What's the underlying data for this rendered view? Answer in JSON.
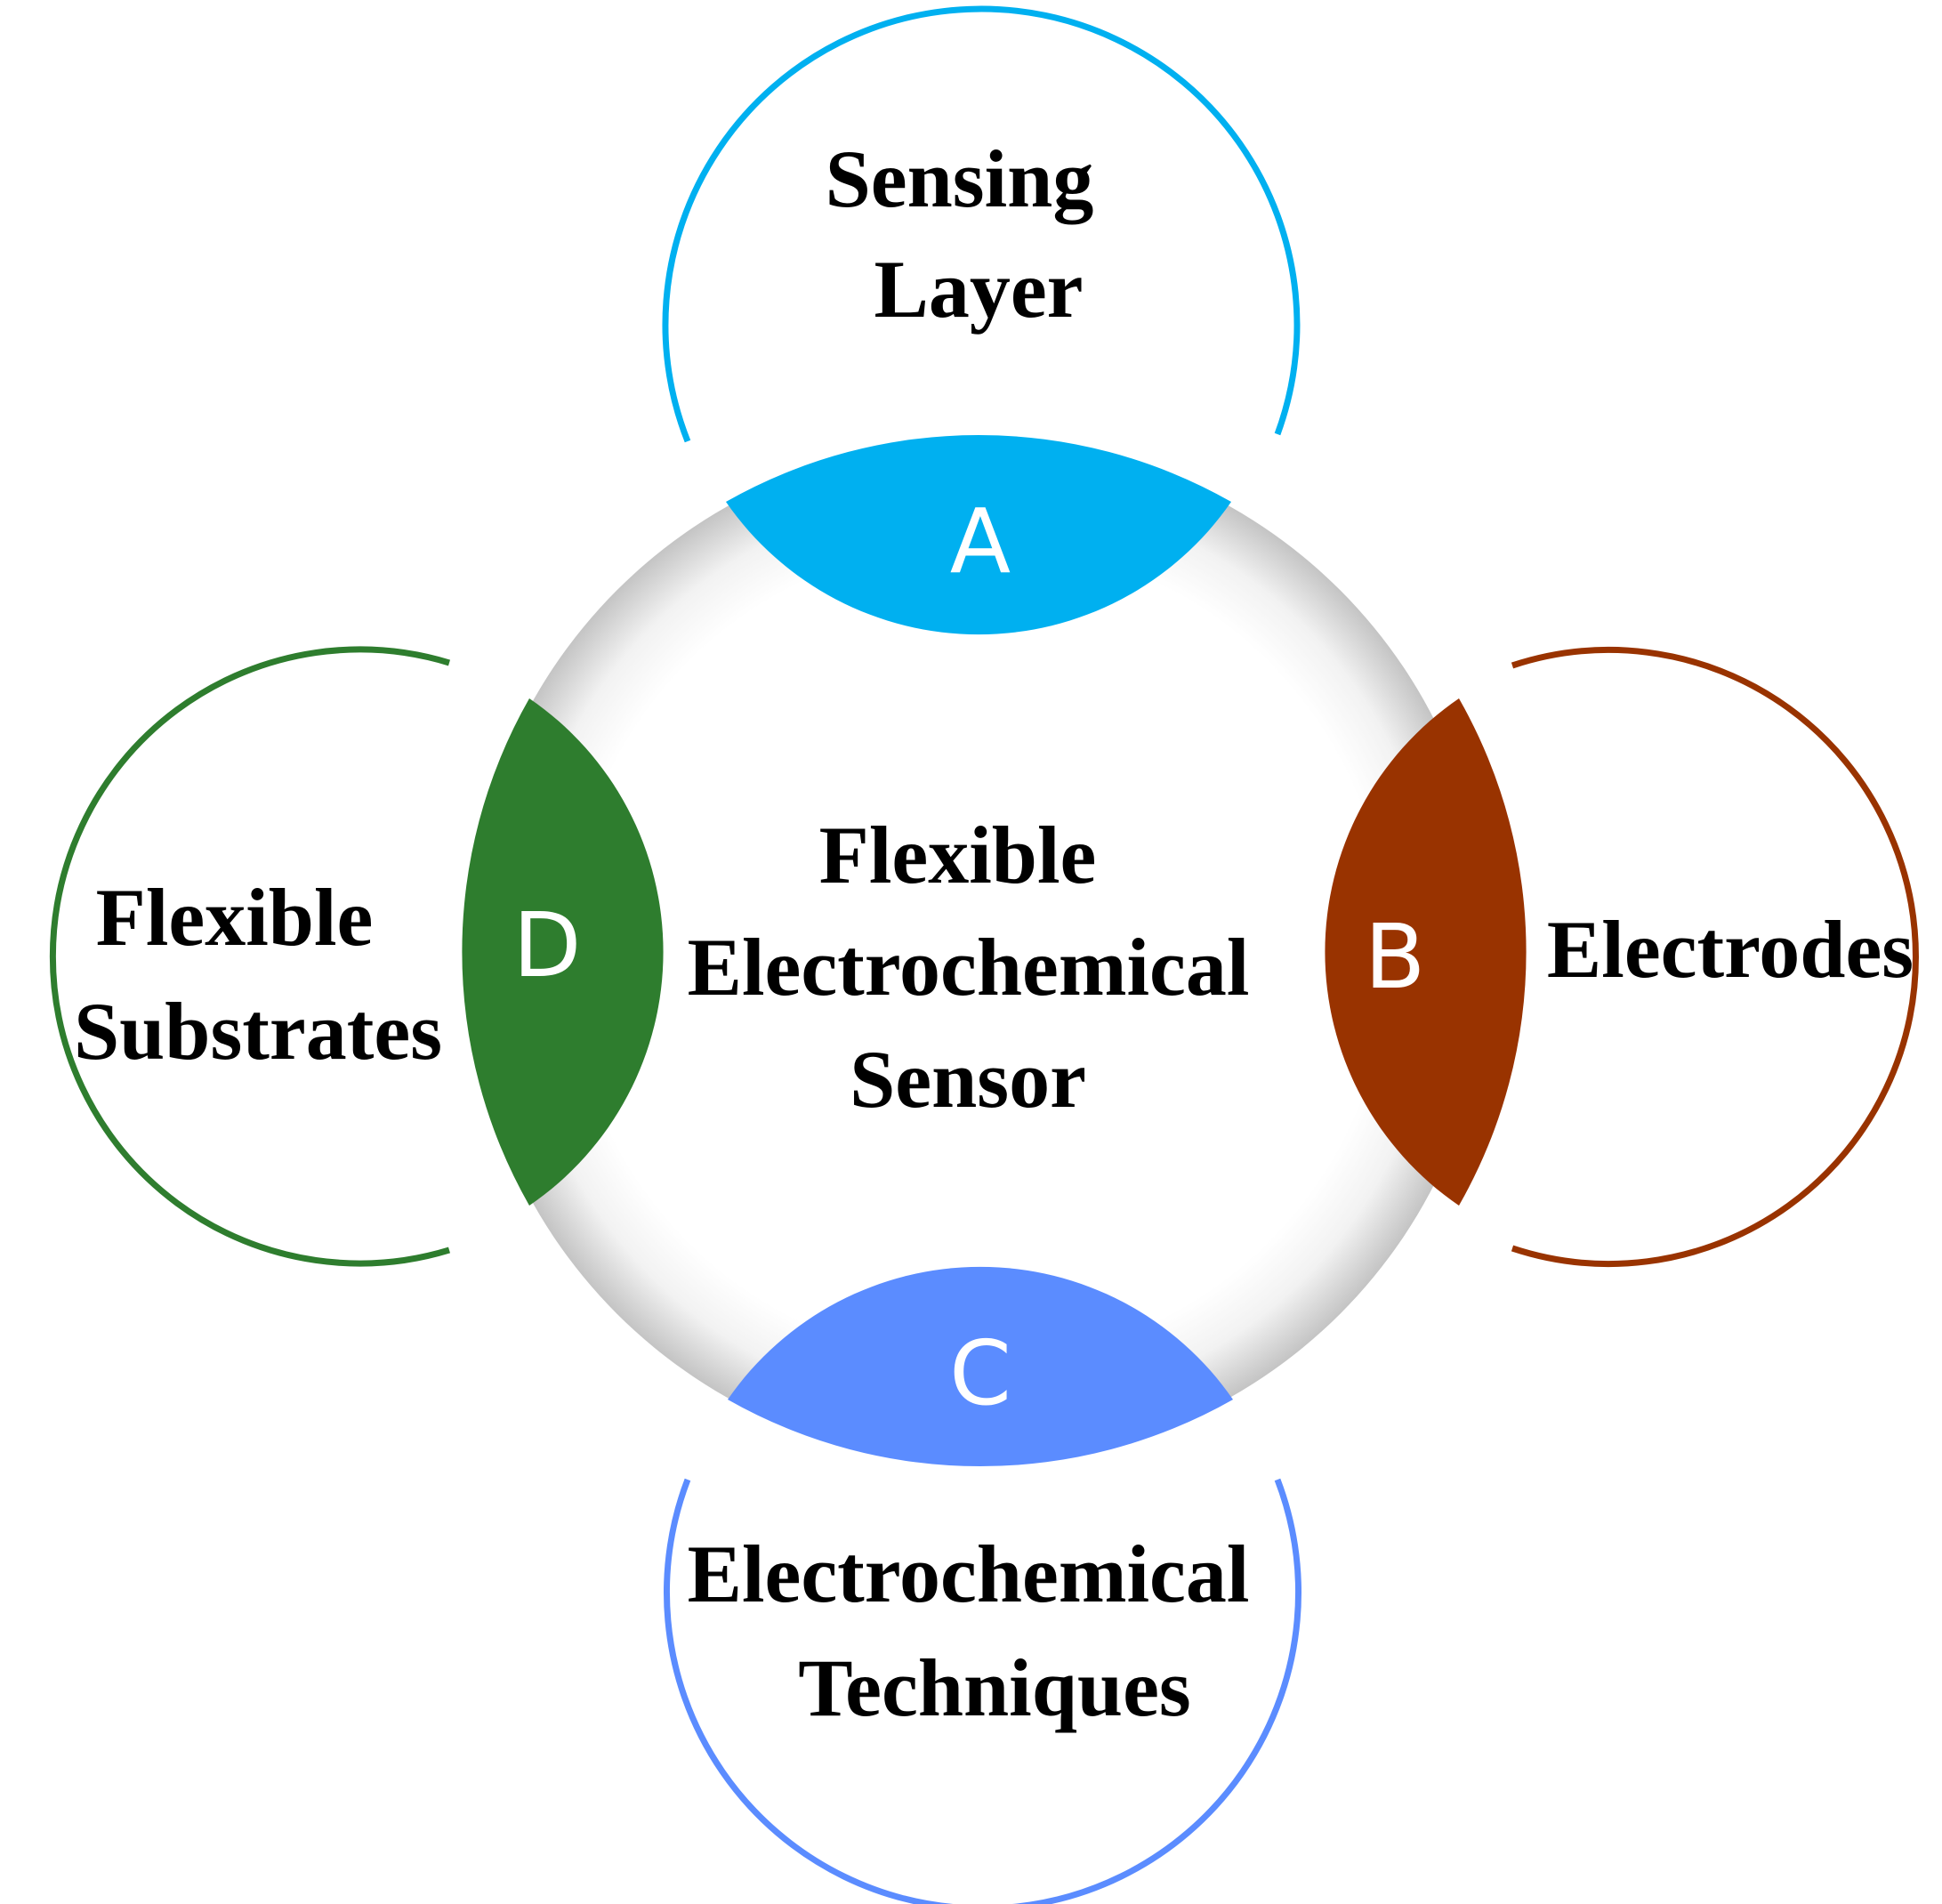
{
  "center": {
    "lines": [
      "Flexible",
      "Electrochemical",
      "Sensor"
    ]
  },
  "components": [
    {
      "letter": "A",
      "lines": [
        "Sensing",
        "Layer"
      ],
      "color": "#00b0f0"
    },
    {
      "letter": "B",
      "lines": [
        "Electrodes"
      ],
      "color": "#993300"
    },
    {
      "letter": "C",
      "lines": [
        "Electrochemical",
        "Techniques"
      ],
      "color": "#5b8cff"
    },
    {
      "letter": "D",
      "lines": [
        "Flexible",
        "Substrates"
      ],
      "color": "#2e7d2e"
    }
  ],
  "colors": {
    "ring_outer": "#c8c8c8",
    "ring_inner": "#ffffff",
    "background": "#ffffff"
  }
}
